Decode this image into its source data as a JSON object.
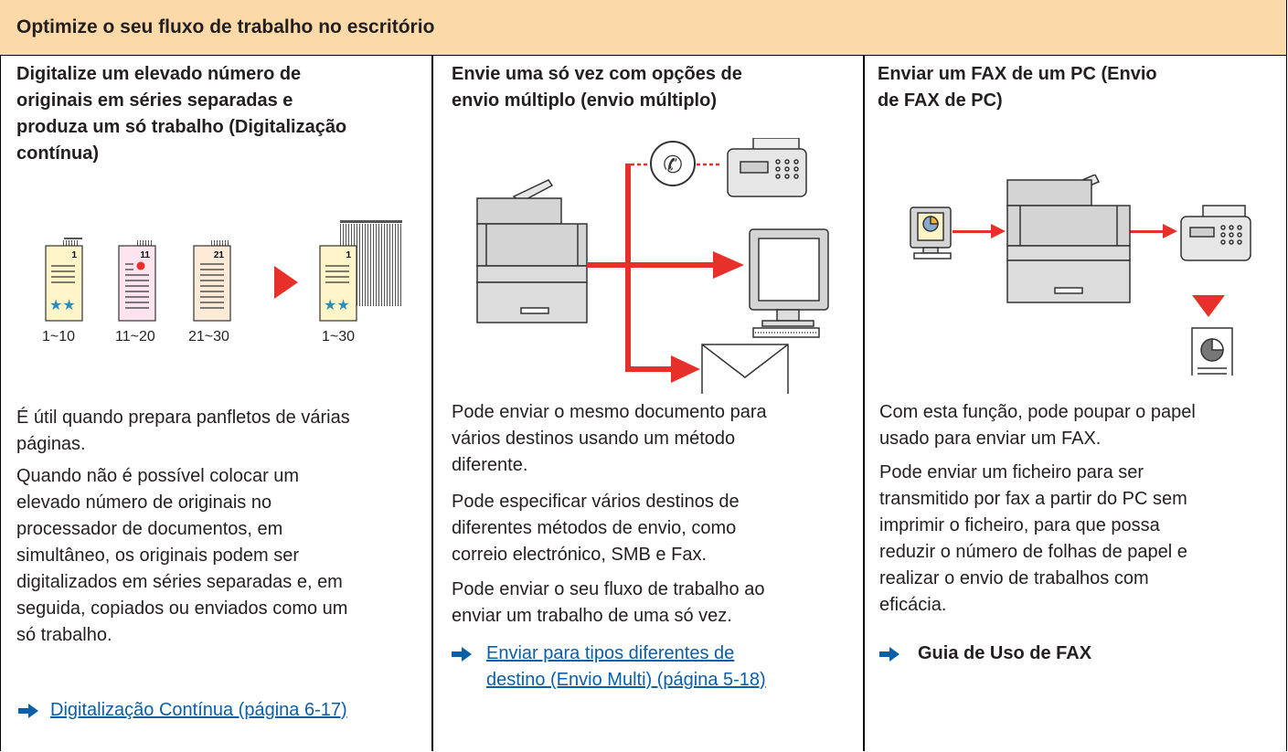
{
  "header": {
    "title": "Optimize o seu fluxo de trabalho no escritório"
  },
  "columns": [
    {
      "title_lines": [
        "Digitalize um elevado número de",
        "originais em séries separadas e",
        "produza um só trabalho (Digitalização",
        "contínua)"
      ],
      "page_labels": [
        "1~10",
        "11~20",
        "21~30",
        "1~30"
      ],
      "sheet_numbers": [
        "1",
        "11",
        "21",
        "1"
      ],
      "para1_lines": [
        "É útil quando prepara panfletos de várias",
        "páginas."
      ],
      "para2_lines": [
        "Quando não é possível colocar um",
        "elevado número de originais no",
        "processador de documentos, em",
        "simultâneo, os originais podem ser",
        "digitalizados em séries separadas e, em",
        "seguida, copiados ou enviados como um",
        "só trabalho."
      ],
      "link": "Digitalização Contínua (página 6-17)"
    },
    {
      "title_lines": [
        "Envie uma só vez com opções de",
        "envio múltiplo (envio múltiplo)"
      ],
      "para1_lines": [
        "Pode enviar o mesmo documento para",
        "vários destinos usando um método",
        "diferente."
      ],
      "para2_lines": [
        "Pode especificar vários destinos de",
        "diferentes métodos de envio, como",
        "correio electrónico, SMB e Fax."
      ],
      "para3_lines": [
        "Pode enviar o seu fluxo de trabalho ao",
        "enviar um trabalho de uma só vez."
      ],
      "link_lines": [
        "Enviar para tipos diferentes de",
        "destino (Envio Multi) (página 5-18)"
      ]
    },
    {
      "title_lines": [
        "Enviar um FAX de um PC (Envio",
        "de FAX de PC)"
      ],
      "para1_lines": [
        "Com esta função, pode poupar o papel",
        "usado para enviar um FAX."
      ],
      "para2_lines": [
        "Pode enviar um ficheiro para ser",
        "transmitido por fax a partir do PC sem",
        "imprimir o ficheiro, para que possa",
        "reduzir o número de folhas de papel e",
        "realizar o envio de trabalhos com",
        "eficácia."
      ],
      "link": "Guia de Uso de FAX"
    }
  ],
  "colors": {
    "header_bg": "#fcd9a8",
    "accent_red": "#e8302a",
    "link": "#0b5ea8"
  }
}
